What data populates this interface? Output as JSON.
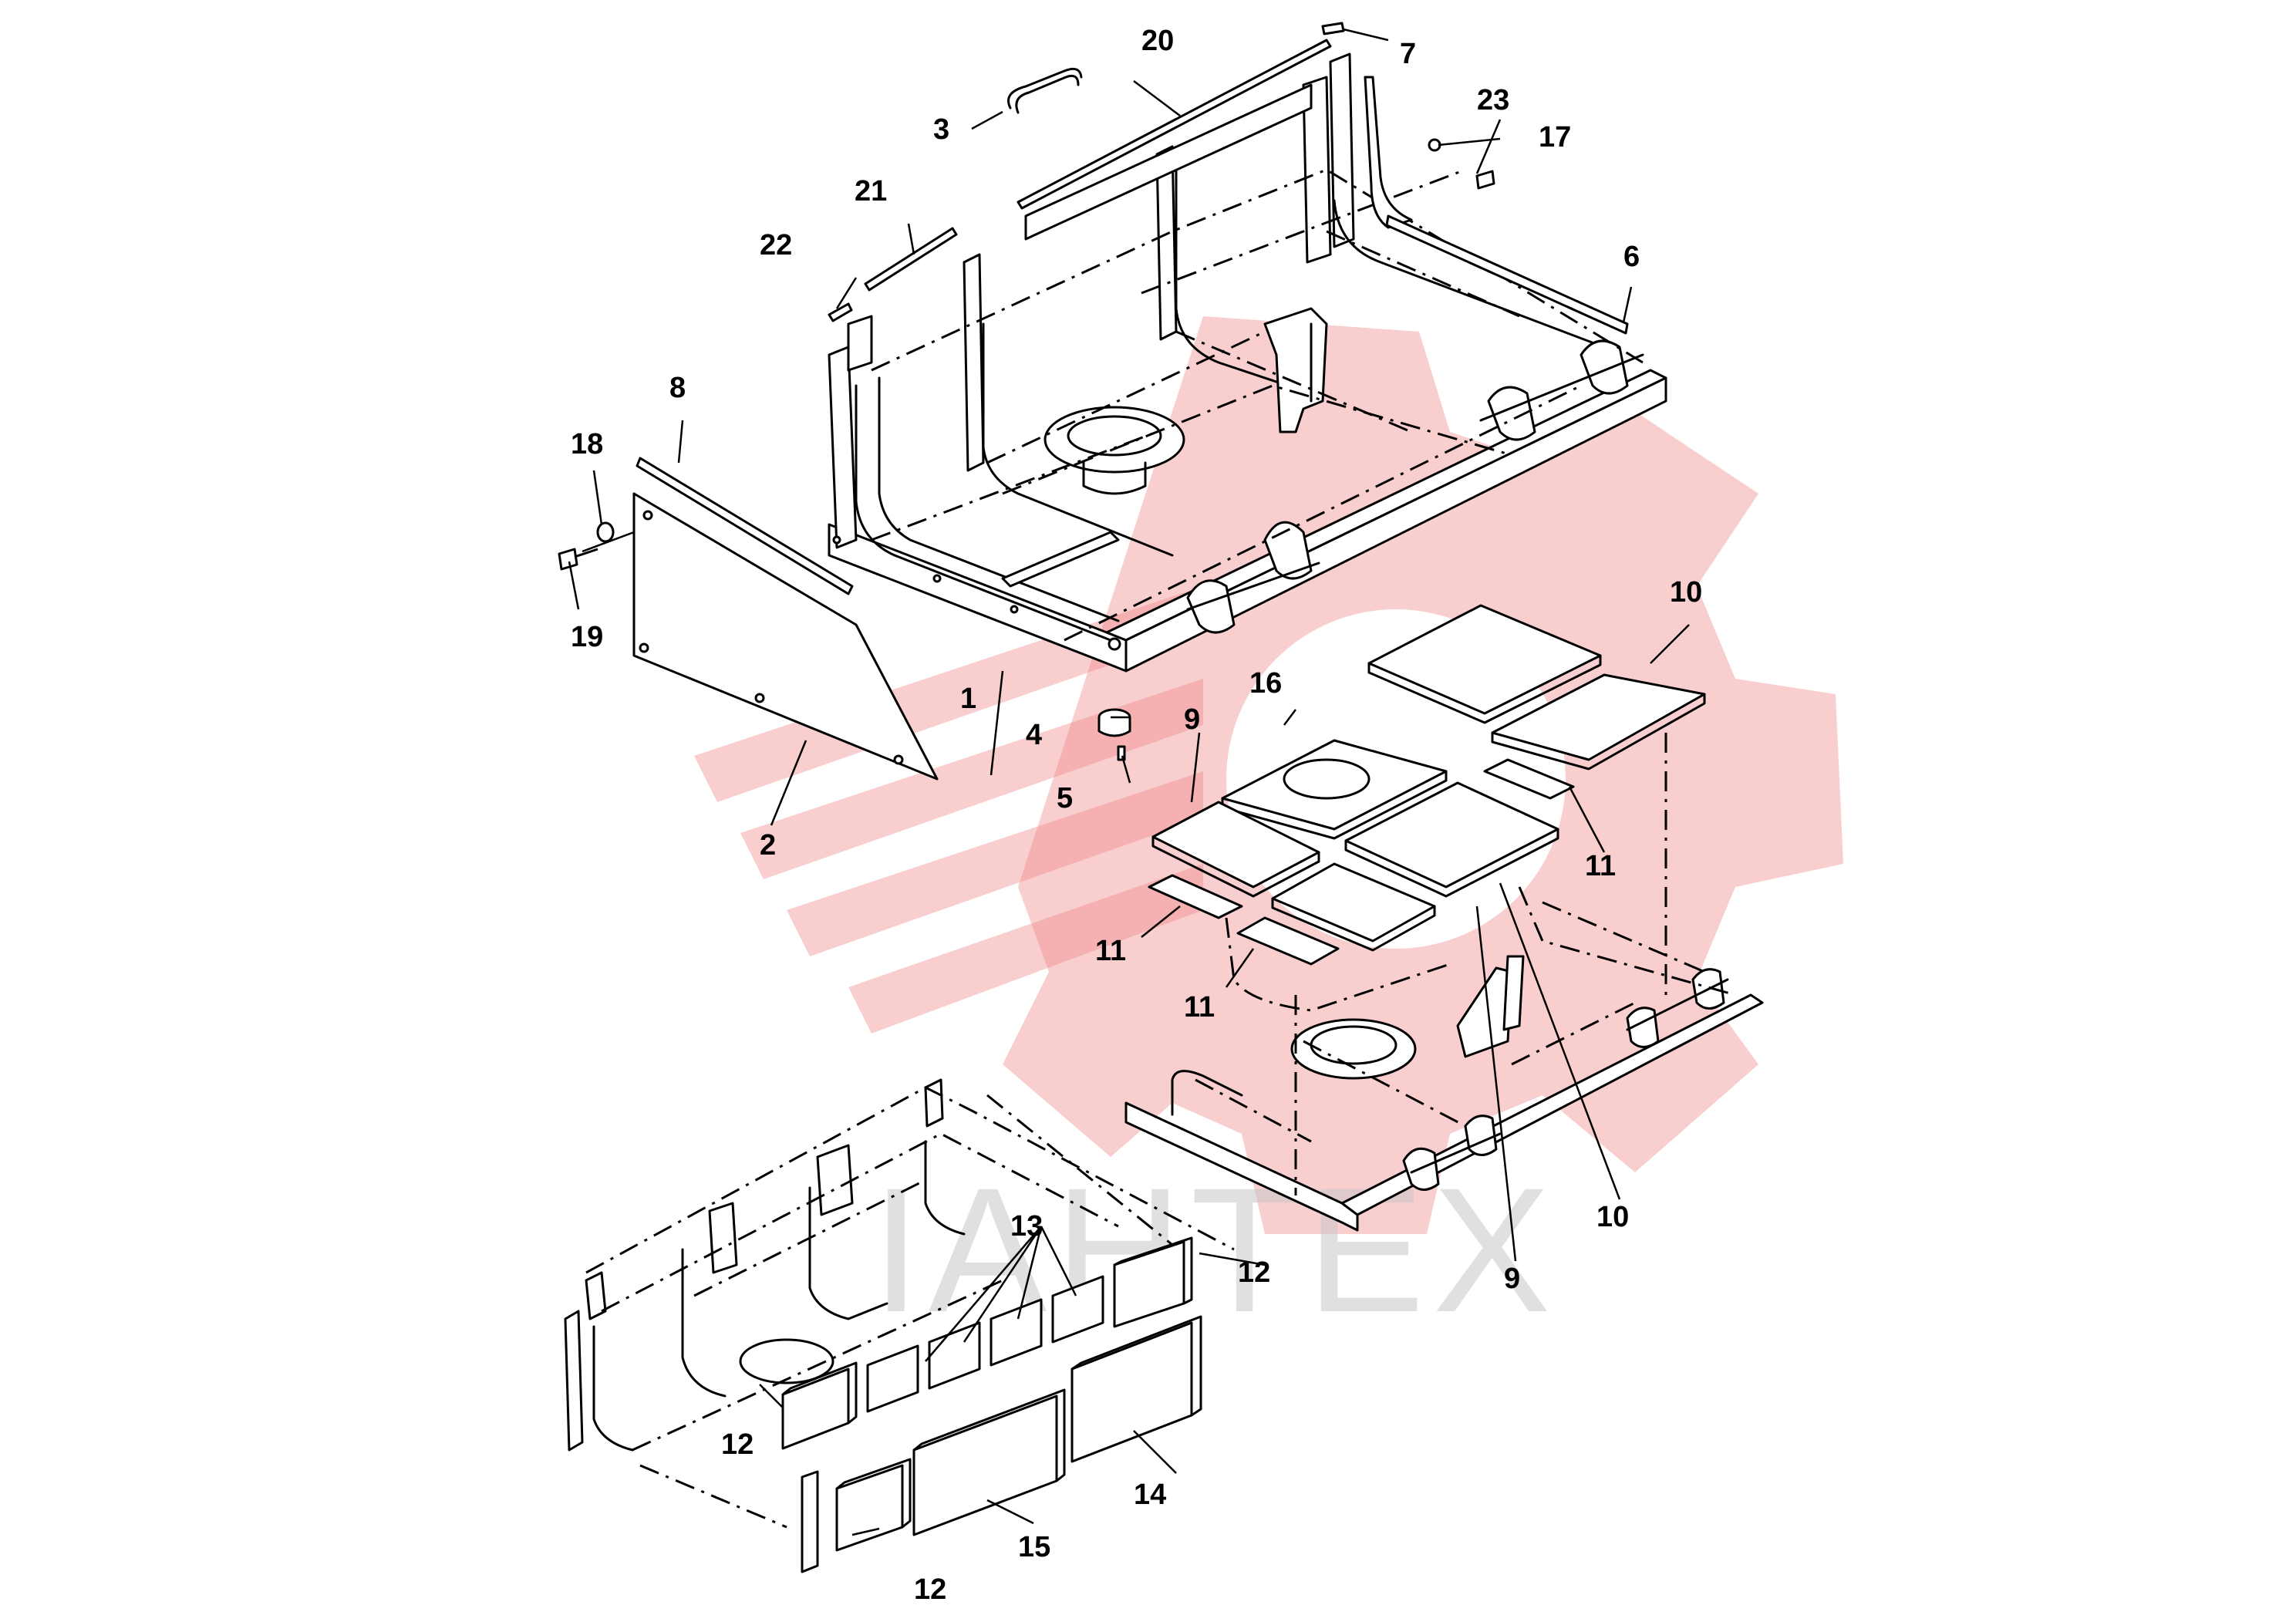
{
  "watermark": {
    "text": "IAHTEX",
    "logo": "gear-tractor-logo",
    "color": "#f08a8a"
  },
  "callouts": {
    "c1": "1",
    "c2": "2",
    "c3": "3",
    "c4": "4",
    "c5": "5",
    "c6": "6",
    "c7": "7",
    "c8": "8",
    "c9a": "9",
    "c9b": "9",
    "c10a": "10",
    "c10b": "10",
    "c11a": "11",
    "c11b": "11",
    "c11c": "11",
    "c12a": "12",
    "c12b": "12",
    "c12c": "12",
    "c13": "13",
    "c14": "14",
    "c15": "15",
    "c16": "16",
    "c17": "17",
    "c18": "18",
    "c19": "19",
    "c20": "20",
    "c21": "21",
    "c22": "22",
    "c23": "23"
  },
  "colors": {
    "line": "#000000",
    "background": "#ffffff"
  }
}
